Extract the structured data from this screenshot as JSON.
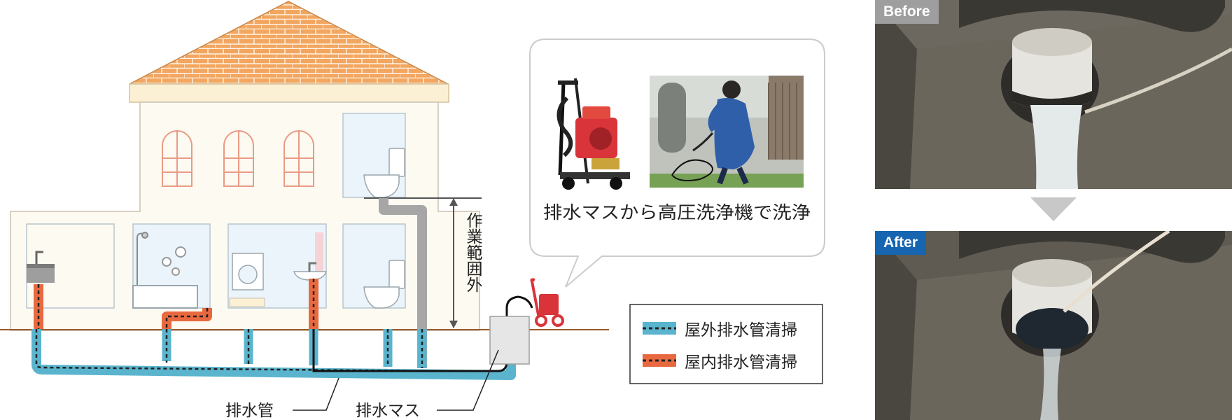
{
  "scope_label": "作業範囲外",
  "bubble_caption": "排水マスから高圧洗浄機で洗浄",
  "labels": {
    "drain_pipe": "排水管",
    "catch_basin": "排水マス"
  },
  "legend": [
    {
      "label": "屋外排水管清掃",
      "color": "#5ab4cd"
    },
    {
      "label": "屋内排水管清掃",
      "color": "#e8693f"
    }
  ],
  "before_label": "Before",
  "after_label": "After",
  "colors": {
    "outdoor_pipe": "#5ab4cd",
    "indoor_pipe": "#e8693f",
    "roof": "#f2a660",
    "wall": "#fdfaf1",
    "room": "#eaf4fa",
    "ground": "#9a5a2a",
    "before_tag": "#9e9e9e",
    "after_tag": "#1565b0"
  }
}
